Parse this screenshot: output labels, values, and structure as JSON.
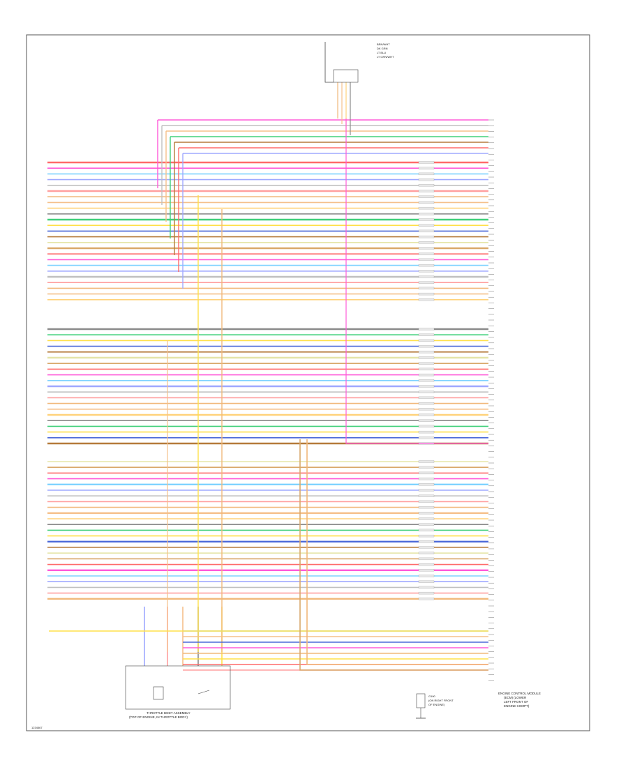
{
  "colors": {
    "border": "#555555",
    "text": "#222222",
    "wire_palette": [
      "#ff6a6a",
      "#ff5bd9",
      "#7fd3ff",
      "#9fa8ff",
      "#c0c0c0",
      "#ff9f9f",
      "#f1b87a",
      "#f5c08a",
      "#ffd27a",
      "#8a8a8a",
      "#40d07a",
      "#ffe04a",
      "#4a68d8",
      "#b57a3a",
      "#e5e5a8",
      "#d9a86a"
    ]
  },
  "connector_top": {
    "labels": [
      "BRN/WHT",
      "DK GRN",
      "LT BLU",
      "LT GRN/WHT"
    ]
  },
  "ecm_caption": [
    "ENGINE CONTROL MODULE",
    "(ECM) (LOWER",
    "LEFT FRONT OF",
    "ENGINE COMPT)"
  ],
  "ground_caption": [
    "G100",
    "(ON RIGHT FRONT",
    "OF ENGINE)"
  ],
  "throttle_caption": [
    "THROTTLE BODY ASSEMBLY",
    "(TOP OF ENGINE, IN THROTTLE BODY)"
  ],
  "footer_code": "1234567"
}
